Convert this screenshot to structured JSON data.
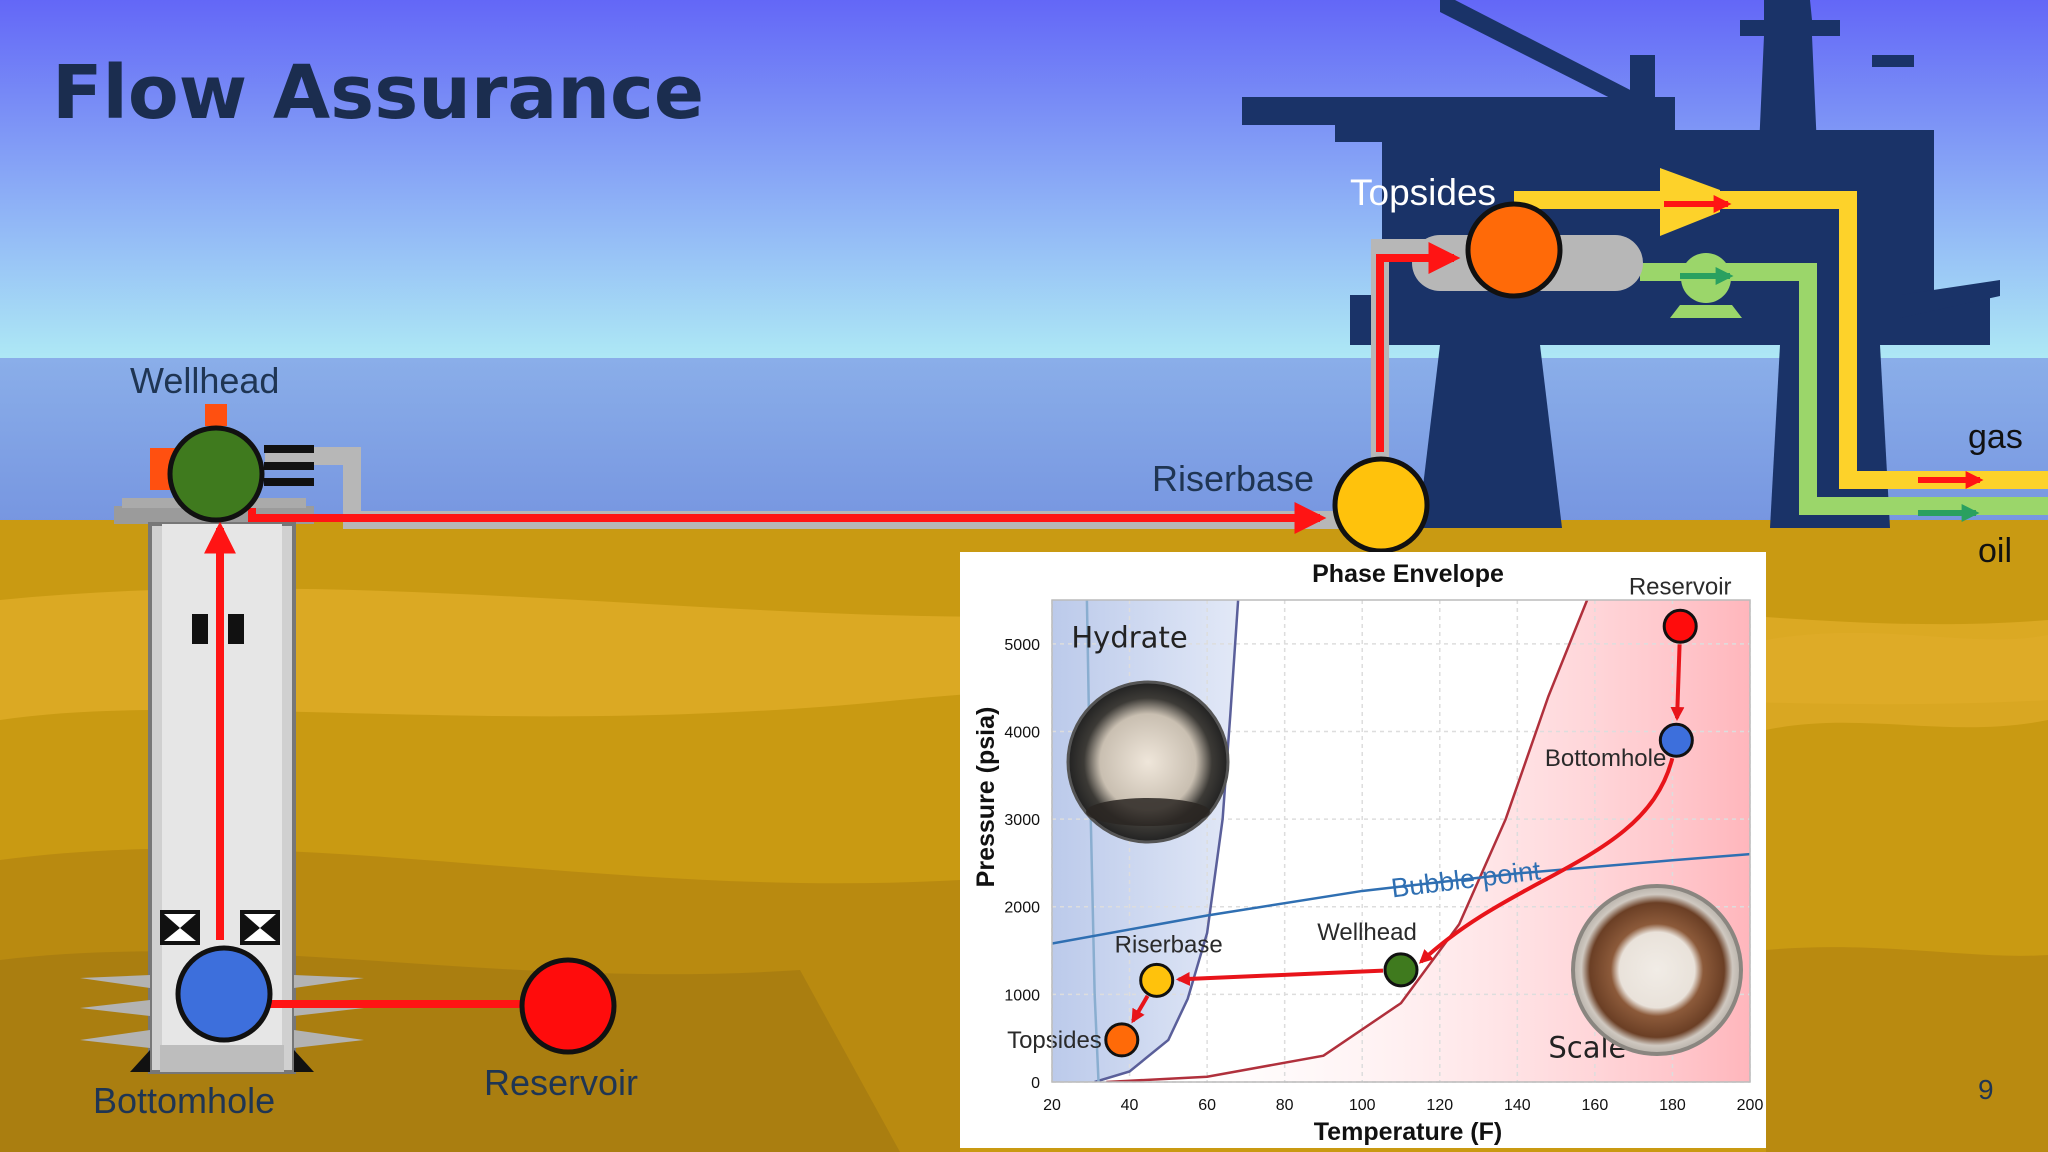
{
  "slide": {
    "title": "Flow Assurance",
    "page_number": "9"
  },
  "labels": {
    "wellhead": "Wellhead",
    "riserbase": "Riserbase",
    "topsides": "Topsides",
    "bottomhole": "Bottomhole",
    "reservoir": "Reservoir",
    "gas": "gas",
    "oil": "oil"
  },
  "colors": {
    "sky_top": "#6367f7",
    "sky_bottom": "#a9e7f5",
    "sea": "#7fa1e6",
    "seabed": "#c99a12",
    "platform": "#1a3368",
    "flow_arrow": "#ff1414",
    "gas_line": "#fdd22a",
    "oil_line": "#9bd66a",
    "pipe": "#b7b7b7",
    "wellhead_node": "#3f7a1e",
    "riserbase_node": "#ffc20c",
    "topsides_node": "#ff6a08",
    "bottomhole_node": "#3d6fdc",
    "reservoir_node": "#ff0c0c"
  },
  "chart_data": {
    "type": "line",
    "title": "Phase Envelope",
    "xlabel": "Temperature (F)",
    "ylabel": "Pressure (psia)",
    "xlim": [
      20,
      200
    ],
    "ylim": [
      0,
      5500
    ],
    "x_ticks": [
      20,
      40,
      60,
      80,
      100,
      120,
      140,
      160,
      180,
      200
    ],
    "y_ticks": [
      0,
      1000,
      2000,
      3000,
      4000,
      5000
    ],
    "grid": true,
    "regions": [
      {
        "name": "Hydrate",
        "color": "#c8d4ee"
      },
      {
        "name": "Scale",
        "color": "#ffc8cc"
      }
    ],
    "series": [
      {
        "name": "Bubble point",
        "color": "#2f6fb2",
        "x": [
          20,
          60,
          100,
          140,
          180,
          200
        ],
        "y": [
          1580,
          1900,
          2180,
          2380,
          2530,
          2600
        ]
      }
    ],
    "boundary_lines": [
      {
        "color": "#5a5f9a",
        "x": [
          31,
          40,
          50,
          55,
          60,
          64,
          66,
          68
        ],
        "y": [
          0,
          120,
          480,
          950,
          1700,
          3000,
          4200,
          5500
        ]
      },
      {
        "color": "#8aaed0",
        "x": [
          29,
          30,
          31,
          32
        ],
        "y": [
          5500,
          3000,
          1000,
          0
        ]
      },
      {
        "color": "#b0303c",
        "x": [
          34,
          60,
          90,
          110,
          125,
          137,
          148,
          158
        ],
        "y": [
          0,
          60,
          300,
          900,
          1800,
          3000,
          4400,
          5500
        ]
      }
    ],
    "points": [
      {
        "label": "Reservoir",
        "x": 182,
        "y": 5200,
        "color": "#ff0c0c"
      },
      {
        "label": "Bottomhole",
        "x": 181,
        "y": 3900,
        "color": "#3d6fdc"
      },
      {
        "label": "Wellhead",
        "x": 110,
        "y": 1280,
        "color": "#3f7a1e"
      },
      {
        "label": "Riserbase",
        "x": 47,
        "y": 1160,
        "color": "#ffc20c"
      },
      {
        "label": "Topsides",
        "x": 38,
        "y": 480,
        "color": "#ff6a08"
      }
    ],
    "path_order": [
      "Reservoir",
      "Bottomhole",
      "Wellhead",
      "Riserbase",
      "Topsides"
    ]
  }
}
